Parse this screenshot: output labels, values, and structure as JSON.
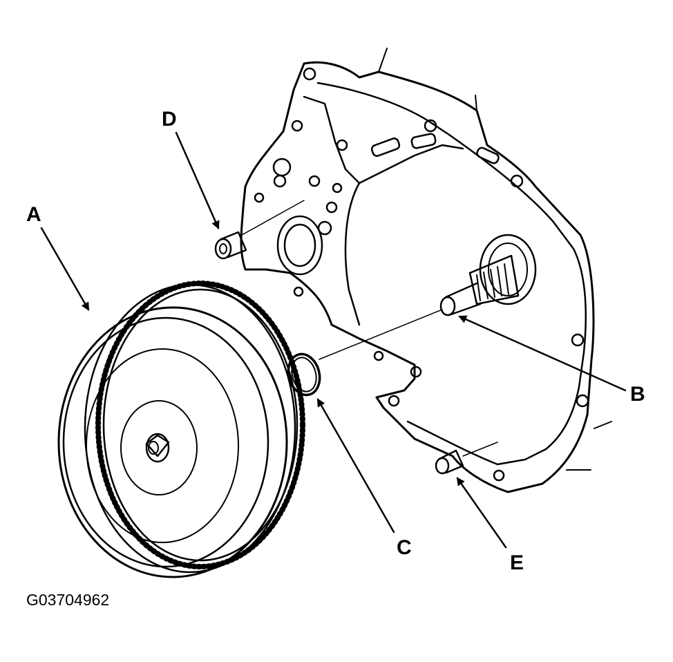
{
  "callouts": {
    "a": "A",
    "b": "B",
    "c": "C",
    "d": "D",
    "e": "E"
  },
  "figure_id": "G03704962",
  "colors": {
    "ink": "#000000",
    "paper": "#ffffff"
  }
}
